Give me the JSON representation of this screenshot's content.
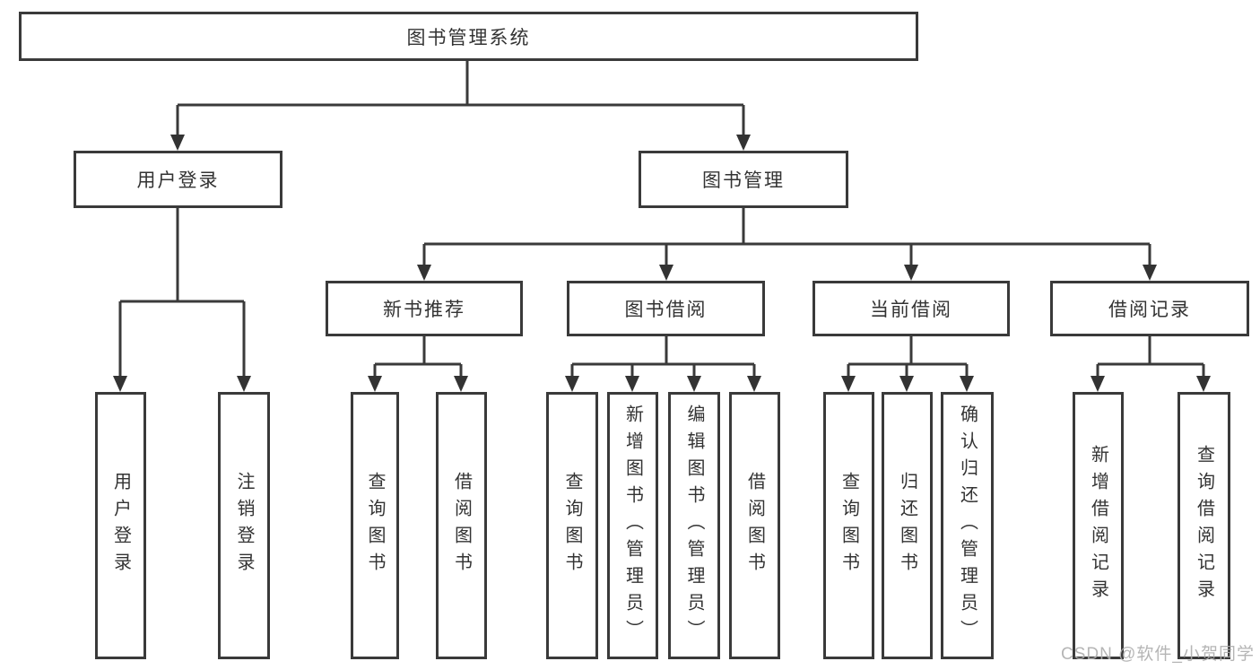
{
  "tree": {
    "label": "图书管理系统",
    "children": [
      {
        "label": "用户登录",
        "children": [
          {
            "label": "用户登录"
          },
          {
            "label": "注销登录"
          }
        ]
      },
      {
        "label": "图书管理",
        "children": [
          {
            "label": "新书推荐",
            "children": [
              {
                "label": "查询图书"
              },
              {
                "label": "借阅图书"
              }
            ]
          },
          {
            "label": "图书借阅",
            "children": [
              {
                "label": "查询图书"
              },
              {
                "label": "新增图书（管理员）"
              },
              {
                "label": "编辑图书（管理员）"
              },
              {
                "label": "借阅图书"
              }
            ]
          },
          {
            "label": "当前借阅",
            "children": [
              {
                "label": "查询图书"
              },
              {
                "label": "归还图书"
              },
              {
                "label": "确认归还（管理员）"
              }
            ]
          },
          {
            "label": "借阅记录",
            "children": [
              {
                "label": "新增借阅记录"
              },
              {
                "label": "查询借阅记录"
              }
            ]
          }
        ]
      }
    ]
  },
  "watermark": {
    "text": "CSDN @软件_小贺同学"
  },
  "colors": {
    "line": "#3a3a3a",
    "text": "#333333",
    "watermark": "#aeaeae",
    "background": "#ffffff"
  }
}
